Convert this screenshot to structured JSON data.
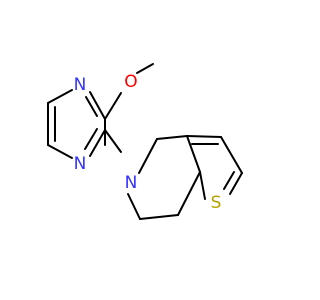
{
  "molecule": {
    "colors": {
      "bond": "#000000",
      "N": "#3333ff",
      "O": "#ff0000",
      "S": "#b2a100"
    },
    "atoms": {
      "O": "O",
      "N_pyrazine_top": "N",
      "N_pyrazine_bottom": "N",
      "N_amine": "N",
      "S": "S"
    }
  }
}
